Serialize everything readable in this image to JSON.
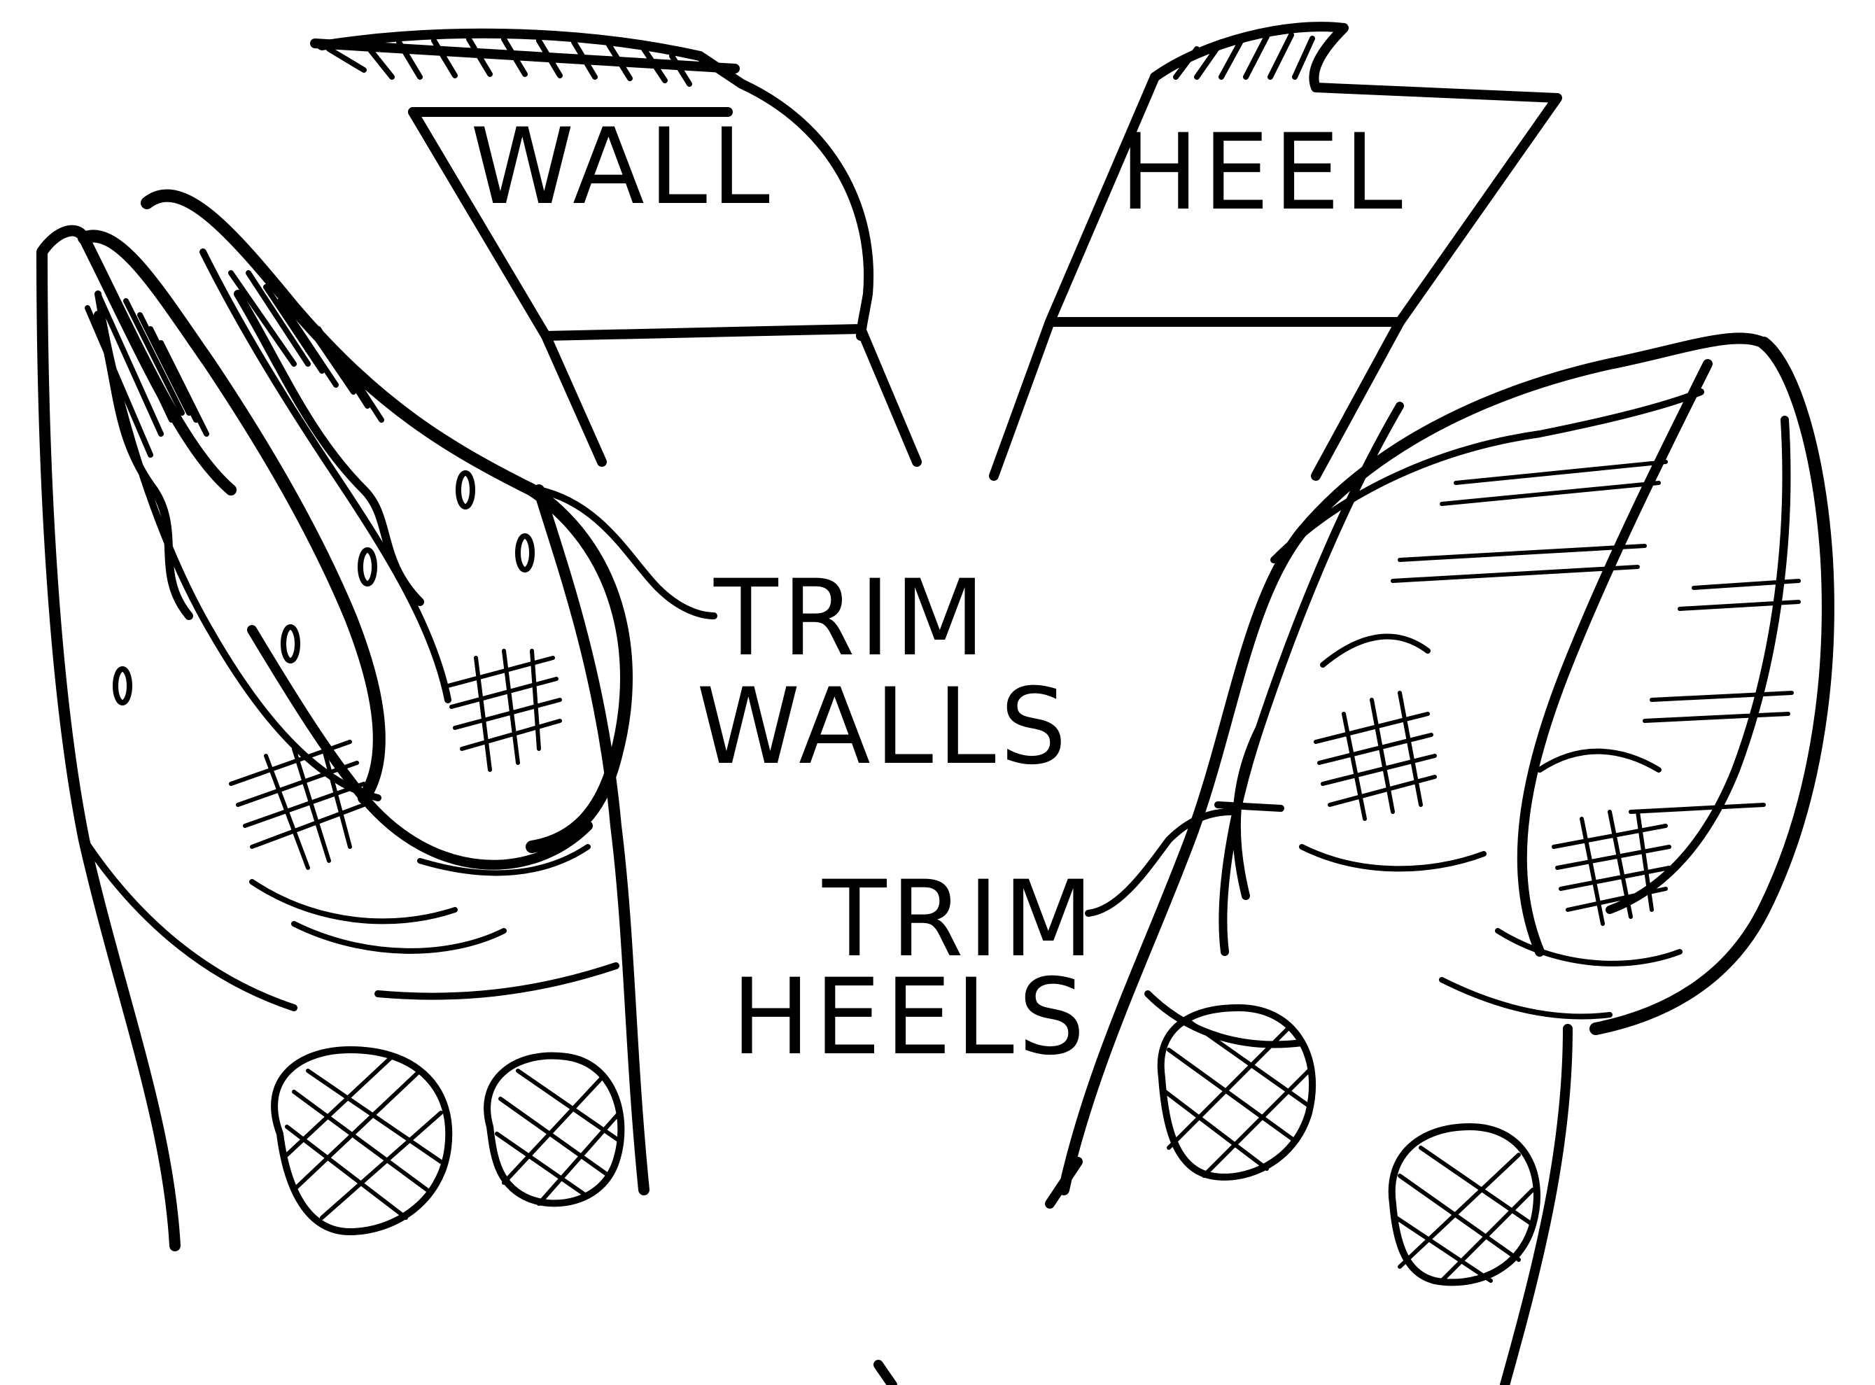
{
  "labels": {
    "wall": "WALL",
    "heel": "HEEL",
    "trim_walls_line1": "TRIM",
    "trim_walls_line2": "WALLS",
    "trim_heels_line1": "TRIM",
    "trim_heels_line2": "HEELS"
  },
  "colors": {
    "ink": "#000000",
    "paper": "#ffffff"
  }
}
